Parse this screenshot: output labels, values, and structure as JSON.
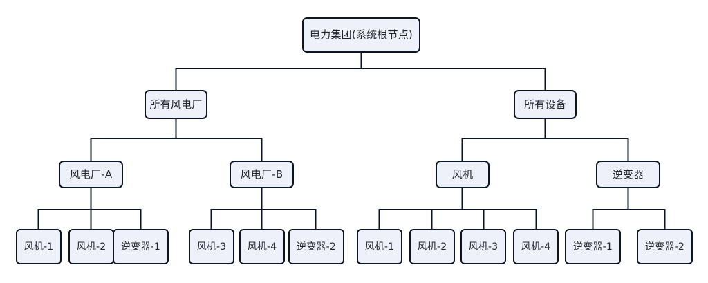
{
  "diagram": {
    "type": "hierarchy-tree",
    "orientation": "top-down",
    "background_color": "#ffffff",
    "node_fill_color": "#eef1fa",
    "node_border_color": "#0d1424",
    "connector_color": "#0d1424",
    "text_color": "#222430",
    "levels": 4,
    "node_count": 18,
    "nodes": {
      "root": {
        "label": "电力集团(系统根节点)"
      },
      "groups": [
        {
          "label": "所有风电厂"
        },
        {
          "label": "所有设备"
        }
      ],
      "categories": [
        {
          "label": "风电厂-A"
        },
        {
          "label": "风电厂-B"
        },
        {
          "label": "风机"
        },
        {
          "label": "逆变器"
        }
      ],
      "leaves_farm_a": [
        {
          "label": "风机-1"
        },
        {
          "label": "风机-2"
        },
        {
          "label": "逆变器-1"
        }
      ],
      "leaves_farm_b": [
        {
          "label": "风机-3"
        },
        {
          "label": "风机-4"
        },
        {
          "label": "逆变器-2"
        }
      ],
      "leaves_turbines": [
        {
          "label": "风机-1"
        },
        {
          "label": "风机-2"
        },
        {
          "label": "风机-3"
        },
        {
          "label": "风机-4"
        }
      ],
      "leaves_inverters": [
        {
          "label": "逆变器-1"
        },
        {
          "label": "逆变器-2"
        }
      ]
    }
  }
}
